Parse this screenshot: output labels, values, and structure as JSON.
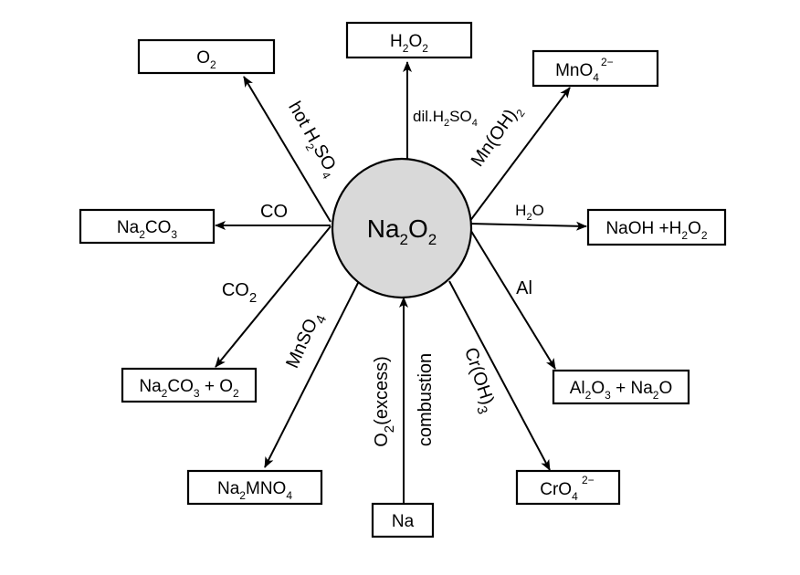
{
  "center": {
    "label": "Na2O2",
    "fill": "#d9d9d9"
  },
  "products": {
    "h2o2": "H2O2",
    "o2": "O2",
    "mno4": "MnO4",
    "mno4_charge": "2−",
    "na2co3": "Na2CO3",
    "naoh_h2o2": "NaOH +H2O2",
    "na2co3_o2": "Na2CO3 + O2",
    "al2o3_na2o": "Al2O3 + Na2O",
    "na2mno4": "Na2MNO4",
    "cro4": "CrO4",
    "cro4_charge": "2−",
    "na": "Na"
  },
  "reagents": {
    "dil_h2so4": "dil.H2SO4",
    "hot_h2so4": "hot H2SO4",
    "mnoh2": "Mn(OH)2",
    "co": "CO",
    "h2o": "H2O",
    "co2": "CO2",
    "al": "Al",
    "mnso4": "MnSO4",
    "croh3": "Cr(OH)3",
    "o2_excess": "O2(excess)",
    "combustion": "combustion"
  }
}
